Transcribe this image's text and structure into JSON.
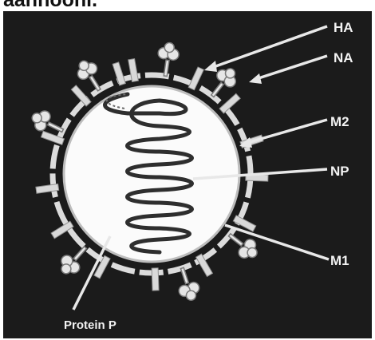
{
  "figure": {
    "cut_caption": "aannooni.",
    "labels": {
      "ha": "HA",
      "na": "NA",
      "m2": "M2",
      "np": "NP",
      "m1": "M1",
      "protein_p": "Protein P"
    }
  },
  "colors": {
    "background": "#1b1b1b",
    "virion_interior": "#fbfbfb",
    "envelope": "#dcdcdc",
    "label_text": "#f2f2f2",
    "ribbon": "#2e2e2e"
  }
}
